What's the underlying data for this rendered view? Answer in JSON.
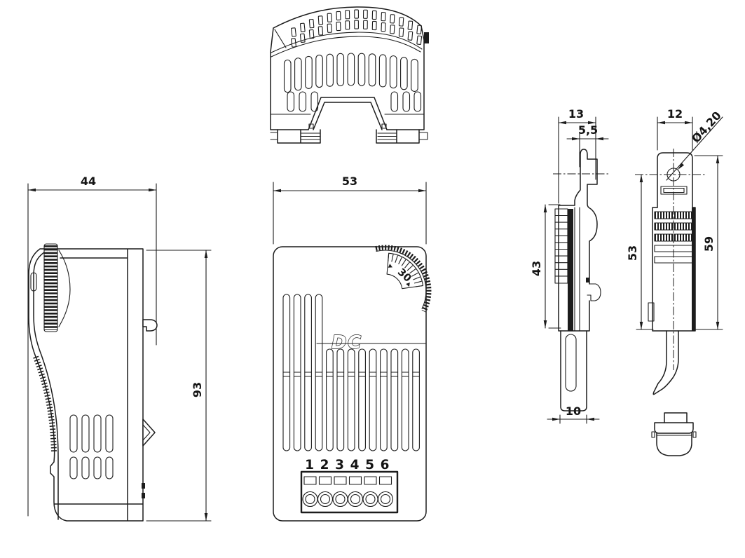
{
  "colors": {
    "line": "#1c1c1c",
    "background": "#ffffff"
  },
  "views": {
    "side": {
      "width": "44",
      "height": "93"
    },
    "front": {
      "width": "53",
      "logo": "DC",
      "dial_scale": "30",
      "terminals": [
        "1",
        "2",
        "3",
        "4",
        "5",
        "6"
      ]
    },
    "clip_side": {
      "depth": "13",
      "tab_width": "5,5",
      "height": "43",
      "tongue_width": "10"
    },
    "clip_front": {
      "width": "12",
      "hole_diameter": "Ø4,20",
      "body_height": "53",
      "total_height": "59"
    }
  }
}
